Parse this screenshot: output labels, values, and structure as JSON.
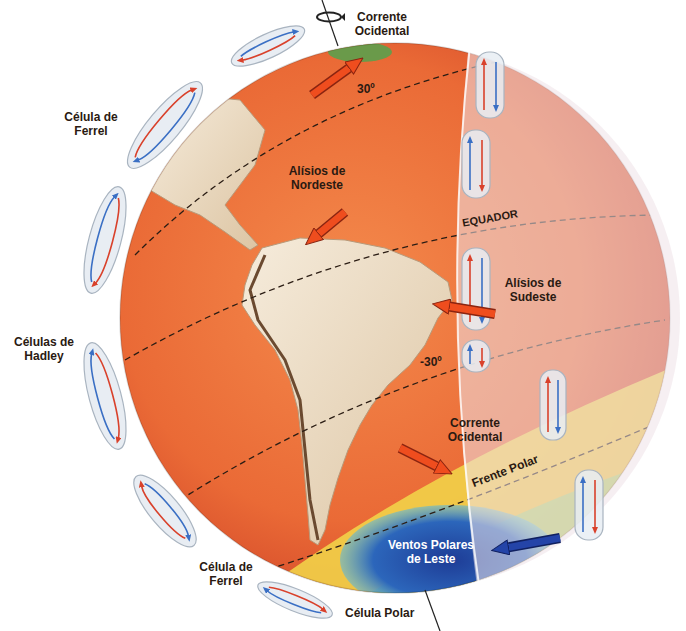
{
  "diagram": {
    "labels": [
      "Corrente Ocidental",
      "30º",
      "Célula de Ferrel",
      "Alísios de Nordeste",
      "EQUADOR",
      "Alísios de Sudeste",
      "Células de Hadley",
      "-30º",
      "Corrente Ocidental",
      "Frente Polar",
      "Ventos Polares de Leste",
      "Célula de Ferrel",
      "Célula Polar"
    ]
  }
}
